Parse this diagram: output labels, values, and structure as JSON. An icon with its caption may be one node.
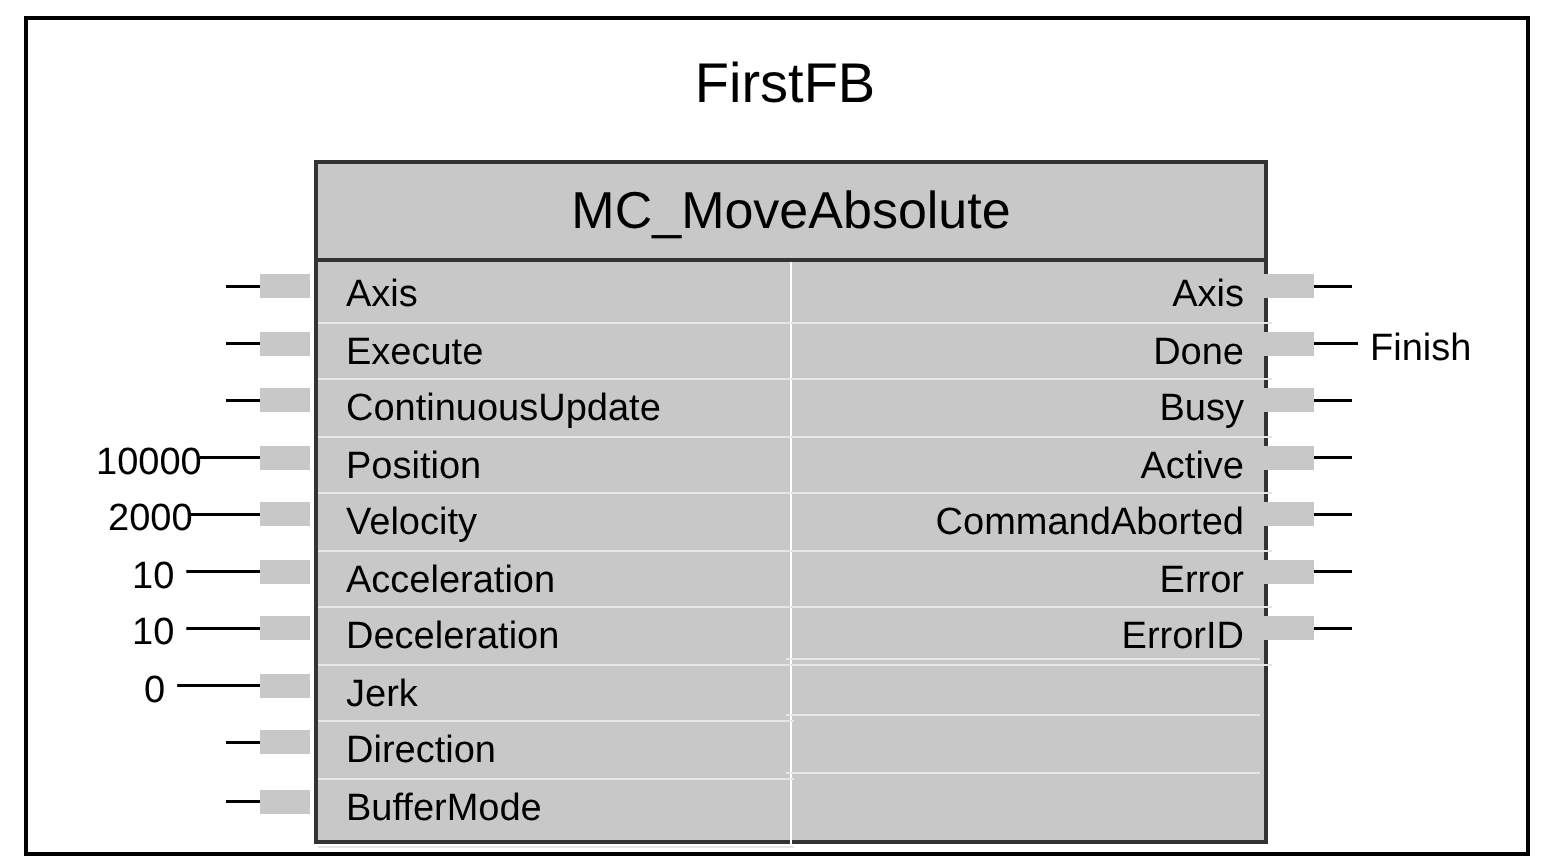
{
  "diagram": {
    "nodes": [
      {
        "text": [
          "FirstFB"
        ]
      },
      {
        "text": [
          "MC_MoveAbsolute"
        ],
        "in": 0
      },
      {
        "text": [
          "Axis"
        ],
        "in": 1
      },
      {
        "text": [
          "Execute"
        ],
        "in": 1
      },
      {
        "text": [
          "ContinuousUpdate"
        ],
        "in": 1
      },
      {
        "text": [
          "Position"
        ],
        "in": 1
      },
      {
        "text": [
          "Velocity"
        ],
        "in": 1
      },
      {
        "text": [
          "Acceleration"
        ],
        "in": 1
      },
      {
        "text": [
          "Deceleration"
        ],
        "in": 1
      },
      {
        "text": [
          "Jerk"
        ],
        "in": 1
      },
      {
        "text": [
          "Direction"
        ],
        "in": 1
      },
      {
        "text": [
          "BufferMode"
        ],
        "in": 1
      },
      {
        "text": [
          "Axis"
        ],
        "in": 1
      },
      {
        "text": [
          "Done"
        ],
        "in": 1
      },
      {
        "text": [
          "Busy"
        ],
        "in": 1
      },
      {
        "text": [
          "Active"
        ],
        "in": 1
      },
      {
        "text": [
          "CommandAborted"
        ],
        "in": 1
      },
      {
        "text": [
          "Error"
        ],
        "in": 1
      },
      {
        "text": [
          "ErrorID"
        ],
        "in": 1
      },
      {
        "text": [
          "10000"
        ],
        "in": 0
      },
      {
        "text": [
          "2000"
        ],
        "in": 0
      },
      {
        "text": [
          "10"
        ],
        "in": 0
      },
      {
        "text": [
          "10"
        ],
        "in": 0
      },
      {
        "text": [
          "0"
        ],
        "in": 0
      },
      {
        "text": [
          "Finish"
        ],
        "in": 0
      }
    ],
    "edges": [
      {
        "from": null,
        "to": 2,
        "arrow": "none"
      },
      {
        "from": null,
        "to": 3,
        "arrow": "none"
      },
      {
        "from": null,
        "to": 4,
        "arrow": "none"
      },
      {
        "from": 19,
        "to": 5,
        "arrow": "none"
      },
      {
        "from": 20,
        "to": 6,
        "arrow": "none"
      },
      {
        "from": 21,
        "to": 7,
        "arrow": "none"
      },
      {
        "from": 22,
        "to": 8,
        "arrow": "none"
      },
      {
        "from": 23,
        "to": 9,
        "arrow": "none"
      },
      {
        "from": null,
        "to": 10,
        "arrow": "none"
      },
      {
        "from": null,
        "to": 11,
        "arrow": "none"
      },
      {
        "from": 12,
        "to": null,
        "arrow": "none"
      },
      {
        "from": 13,
        "to": 24,
        "arrow": "none"
      },
      {
        "from": 14,
        "to": null,
        "arrow": "none"
      },
      {
        "from": 15,
        "to": null,
        "arrow": "none"
      },
      {
        "from": 16,
        "to": null,
        "arrow": "none"
      },
      {
        "from": 17,
        "to": null,
        "arrow": "none"
      },
      {
        "from": 18,
        "to": null,
        "arrow": "none"
      }
    ]
  }
}
